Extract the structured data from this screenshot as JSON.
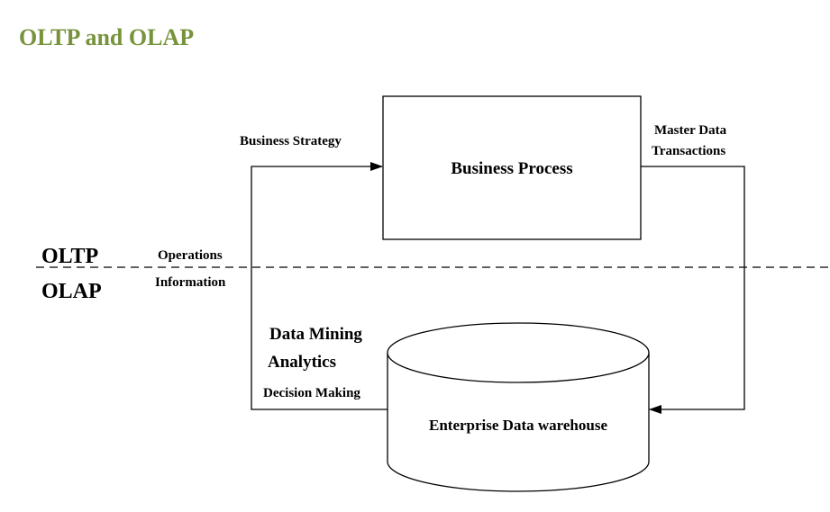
{
  "title": "OLTP and OLAP",
  "layer_labels": {
    "top": "OLTP",
    "bottom": "OLAP"
  },
  "sublabels": {
    "operations": "Operations",
    "information": "Information"
  },
  "nodes": {
    "process": "Business Process",
    "warehouse": "Enterprise Data warehouse"
  },
  "edges": {
    "strategy": "Business Strategy",
    "master_line1": "Master Data",
    "master_line2": "Transactions",
    "mining_line1": "Data Mining",
    "mining_line2": "Analytics",
    "decision": "Decision Making"
  },
  "colors": {
    "title": "#77933c",
    "line": "#000000"
  }
}
